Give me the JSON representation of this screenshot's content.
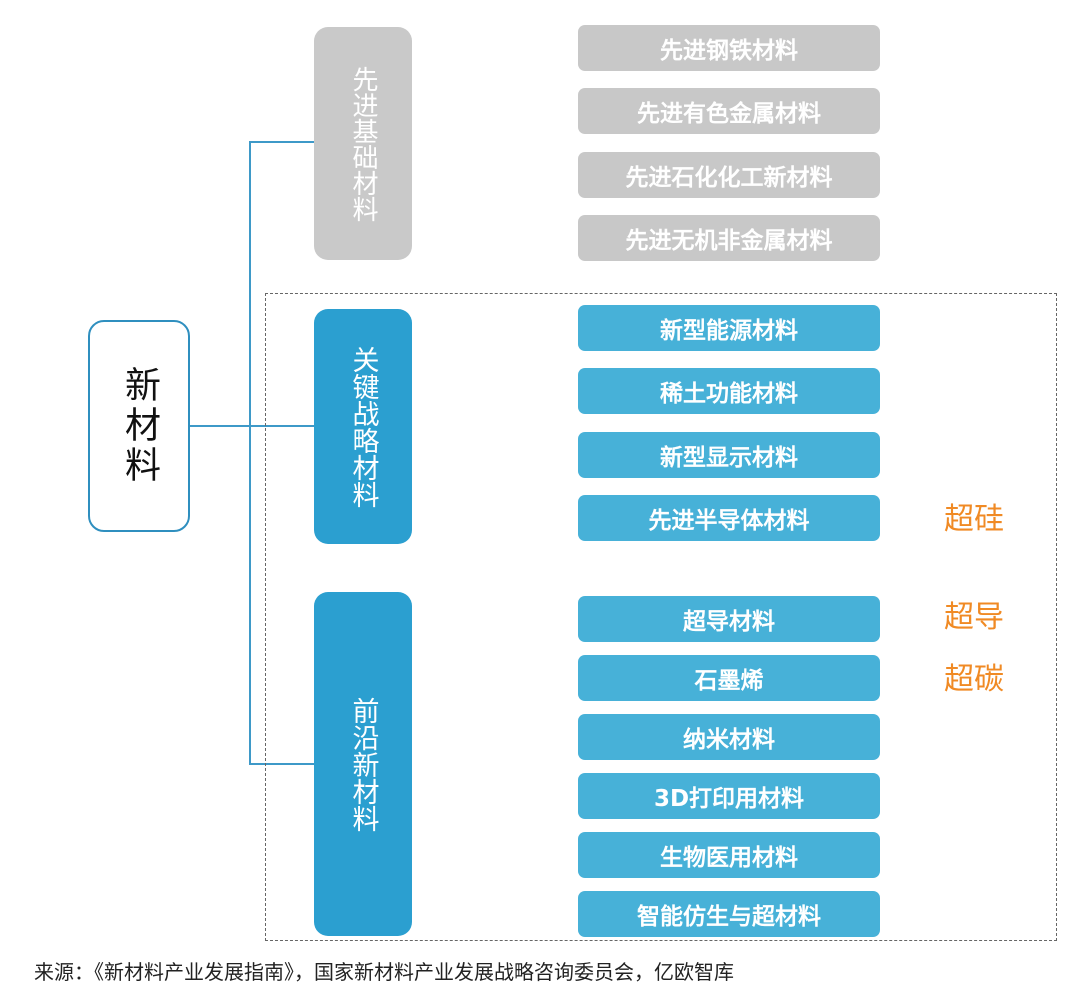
{
  "root": {
    "label": "新材料"
  },
  "categories": [
    {
      "label": "先进基础材料",
      "color": "#c9c9c9",
      "items": [
        "先进钢铁材料",
        "先进有色金属材料",
        "先进石化化工新材料",
        "先进无机非金属材料"
      ]
    },
    {
      "label": "关键战略材料",
      "color": "#2b9fd0",
      "items": [
        "新型能源材料",
        "稀土功能材料",
        "新型显示材料",
        "先进半导体材料"
      ]
    },
    {
      "label": "前沿新材料",
      "color": "#2b9fd0",
      "items": [
        "超导材料",
        "石墨烯",
        "纳米材料",
        "3D打印用材料",
        "生物医用材料",
        "智能仿生与超材料"
      ]
    }
  ],
  "tags": [
    "超硅",
    "超导",
    "超碳"
  ],
  "tag_color": "#f08a24",
  "source": "来源：《新材料产业发展指南》，国家新材料产业发展战略咨询委员会，亿欧智库"
}
